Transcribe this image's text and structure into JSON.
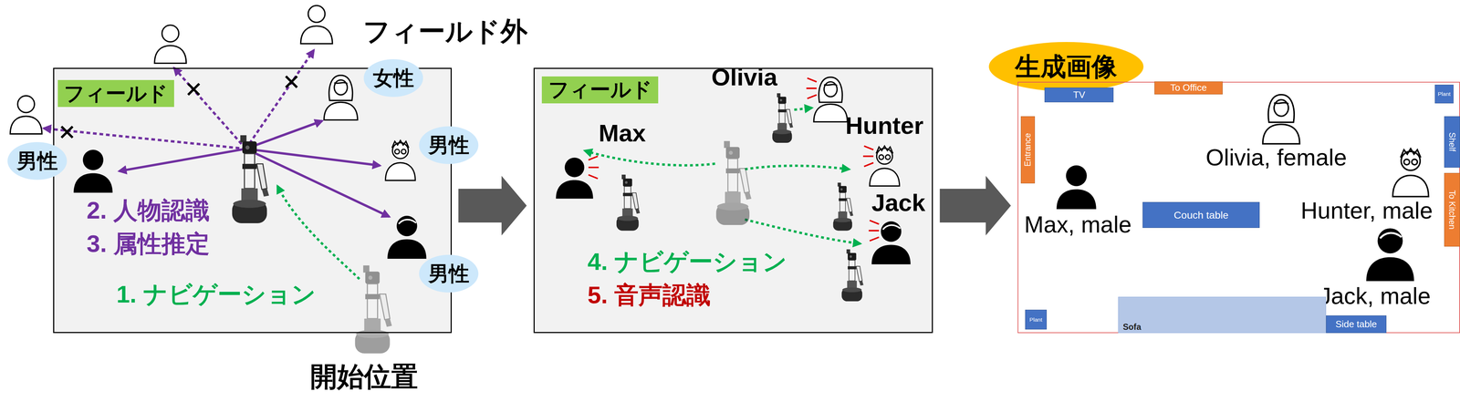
{
  "diagram": {
    "nodes": [
      {
        "text": [
          "2. 人物認識",
          "3. 属性推定",
          "1. ナビゲーション"
        ]
      },
      {
        "text": [
          "フィールド"
        ],
        "in": 0
      },
      {
        "text": [
          "女性"
        ]
      },
      {
        "text": [
          "男性"
        ]
      },
      {
        "text": [
          "男性"
        ]
      },
      {
        "text": [
          "男性"
        ]
      },
      {
        "text": [
          "4. ナビゲーション",
          "5. 音声認識"
        ]
      },
      {
        "text": [
          "フィールド"
        ],
        "in": 6
      },
      {
        "text": [
          "生成画像"
        ]
      },
      {
        "text": [
          "Olivia, female",
          "Max, male",
          "Hunter, male",
          "Jack, male"
        ]
      },
      {
        "text": [
          "TV"
        ],
        "in": 9
      },
      {
        "text": [
          "To Office"
        ],
        "in": 9
      },
      {
        "text": [
          "Plant"
        ],
        "in": 9
      },
      {
        "text": [
          "Entrance"
        ],
        "in": 9
      },
      {
        "text": [
          "Shelf"
        ],
        "in": 9
      },
      {
        "text": [
          "To Kitchen"
        ],
        "in": 9
      },
      {
        "text": [
          "Couch table"
        ],
        "in": 9
      },
      {
        "text": [
          "Plant"
        ],
        "in": 9
      },
      {
        "text": [
          "Sofa"
        ],
        "in": 9
      },
      {
        "text": [
          "Side table"
        ],
        "in": 9
      }
    ],
    "edges": [
      {
        "from": 0,
        "to": 6,
        "arrow": "to"
      },
      {
        "from": 6,
        "to": 9,
        "arrow": "to"
      }
    ],
    "labels": [
      "フィールド外",
      "開始位置",
      "Olivia",
      "Max",
      "Hunter",
      "Jack"
    ]
  }
}
